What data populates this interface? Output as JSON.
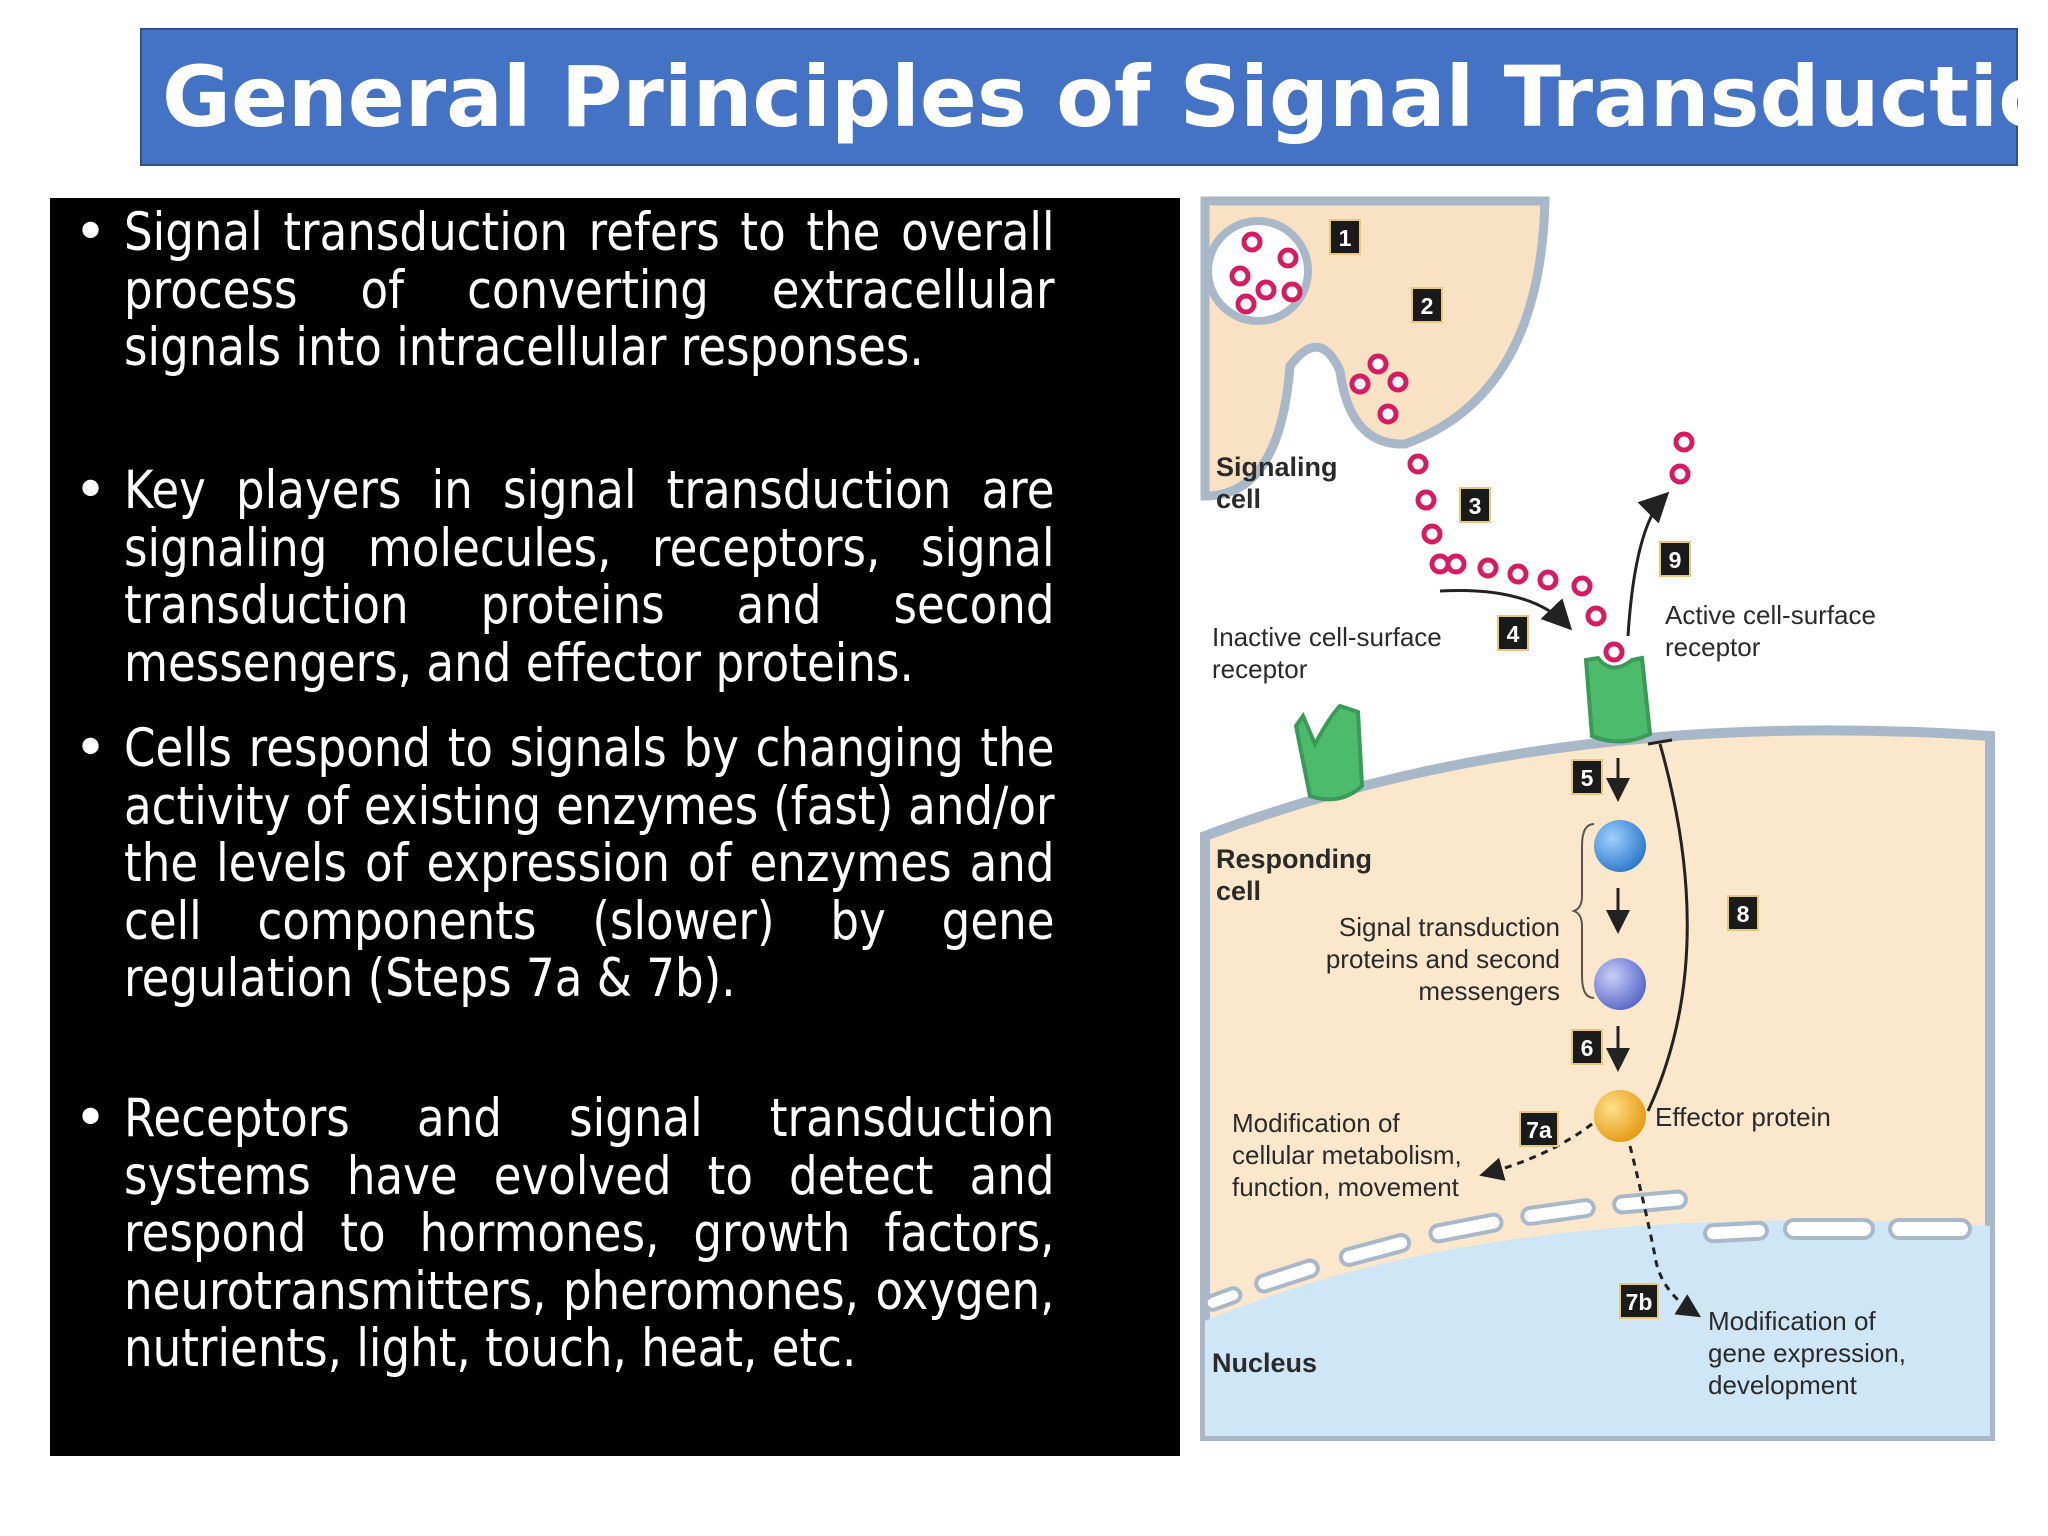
{
  "slide": {
    "title": "General Principles of Signal Transduction",
    "bullets": [
      "Signal transduction refers to the overall process of converting extracellular signals into intracellular responses.",
      "Key players in signal transduction are signaling molecules, receptors, signal transduction proteins and second messengers, and effector proteins.",
      "Cells respond to signals by changing the activity of existing enzymes (fast) and/or the levels of expression of enzymes and cell components (slower) by gene regulation (Steps 7a & 7b).",
      "Receptors and signal transduction systems have evolved to detect and respond to hormones, growth factors, neurotransmitters, pheromones, oxygen, nutrients, light, touch, heat, etc."
    ]
  },
  "diagram": {
    "labels": {
      "signaling_cell_1": "Signaling",
      "signaling_cell_2": "cell",
      "inactive_receptor_1": "Inactive cell-surface",
      "inactive_receptor_2": "receptor",
      "active_receptor_1": "Active cell-surface",
      "active_receptor_2": "receptor",
      "responding_cell_1": "Responding",
      "responding_cell_2": "cell",
      "signal_proteins_1": "Signal transduction",
      "signal_proteins_2": "proteins and second",
      "signal_proteins_3": "messengers",
      "effector_protein": "Effector protein",
      "modification_metabolism_1": "Modification of",
      "modification_metabolism_2": "cellular metabolism,",
      "modification_metabolism_3": "function, movement",
      "nucleus": "Nucleus",
      "modification_gene_1": "Modification of",
      "modification_gene_2": "gene expression,",
      "modification_gene_3": "development"
    },
    "steps": {
      "s1": "1",
      "s2": "2",
      "s3": "3",
      "s4": "4",
      "s5": "5",
      "s6": "6",
      "s7a": "7a",
      "s7b": "7b",
      "s8": "8",
      "s9": "9"
    },
    "colors": {
      "signaling_cell_fill": "#f9e2c3",
      "responding_cell_fill": "#fbe7cc",
      "membrane": "#a9b8c8",
      "nucleus_fill": "#cfe6f6",
      "molecule": "#d81b60",
      "receptor": "#4cbb6c",
      "badge": "#1a1a1a",
      "protein_blue": "#3b8fd9",
      "protein_violet": "#6f7fd6",
      "effector": "#f0b02a"
    }
  }
}
